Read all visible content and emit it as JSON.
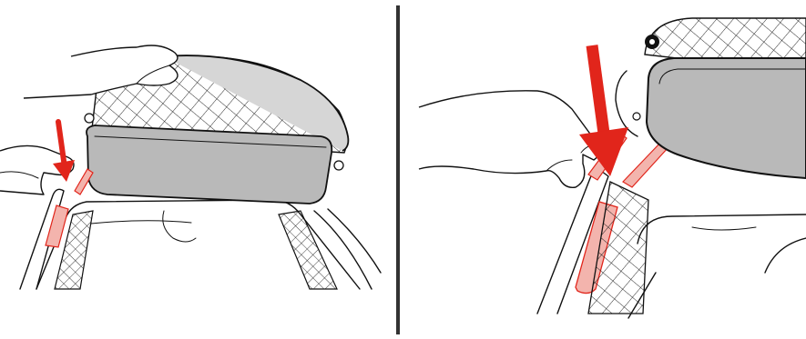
{
  "colors": {
    "background": "#ffffff",
    "ink": "#111111",
    "arrow": "#e1251b",
    "highlight_fill": "#f3b4ad",
    "highlight_stroke": "#e1251b",
    "bag_fill": "#b9b9b9",
    "bag_top": "#d6d6d6",
    "divider": "#333333"
  },
  "panels": [
    {
      "id": "left",
      "icon": "red-arrow-down-icon",
      "step": "push-clip-onto-frame"
    },
    {
      "id": "right",
      "icon": "red-arrow-down-icon",
      "step": "push-clip-onto-frame-closeup"
    }
  ]
}
